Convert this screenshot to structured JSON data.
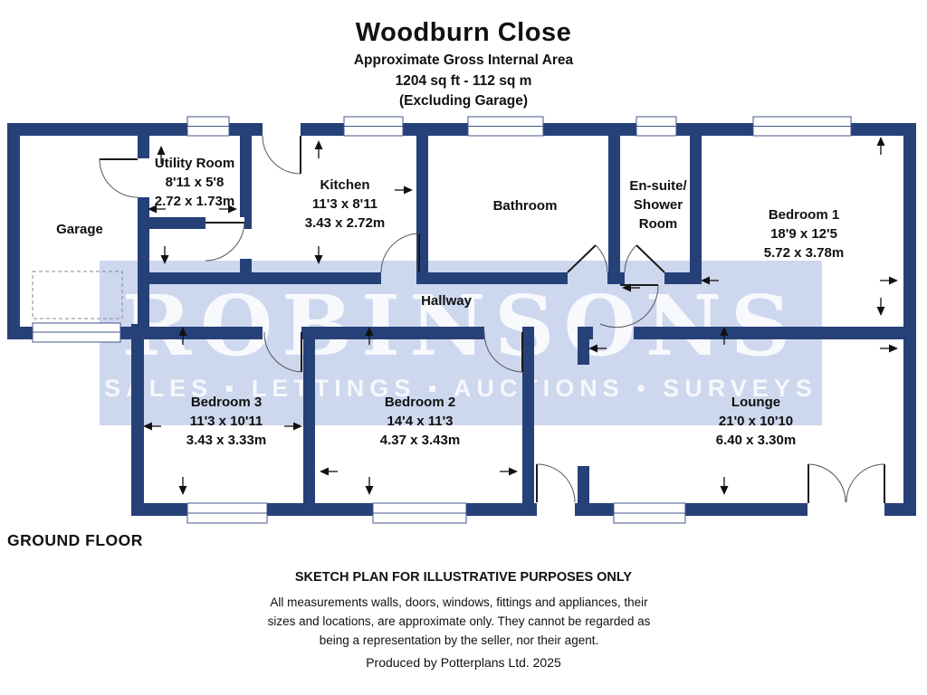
{
  "header": {
    "title": "Woodburn Close",
    "subtitle": "Approximate Gross Internal Area",
    "area": "1204 sq ft - 112 sq m",
    "note": "(Excluding Garage)"
  },
  "rooms": {
    "garage": {
      "name": "Garage"
    },
    "utility": {
      "name": "Utility Room",
      "dims_ft": "8'11 x 5'8",
      "dims_m": "2.72 x 1.73m"
    },
    "kitchen": {
      "name": "Kitchen",
      "dims_ft": "11'3 x 8'11",
      "dims_m": "3.43 x 2.72m"
    },
    "bathroom": {
      "name": "Bathroom"
    },
    "ensuite": {
      "name": "En-suite/ Shower Room"
    },
    "bedroom1": {
      "name": "Bedroom 1",
      "dims_ft": "18'9 x 12'5",
      "dims_m": "5.72 x 3.78m"
    },
    "hallway": {
      "name": "Hallway"
    },
    "bedroom3": {
      "name": "Bedroom 3",
      "dims_ft": "11'3 x 10'11",
      "dims_m": "3.43 x 3.33m"
    },
    "bedroom2": {
      "name": "Bedroom 2",
      "dims_ft": "14'4 x 11'3",
      "dims_m": "4.37 x 3.43m"
    },
    "lounge": {
      "name": "Lounge",
      "dims_ft": "21'0 x 10'10",
      "dims_m": "6.40 x 3.30m"
    }
  },
  "floor_label": "GROUND FLOOR",
  "watermark": {
    "line1": "ROBINSONS",
    "line2": "SALES ▪ LETTINGS ▪ AUCTIONS • SURVEYS"
  },
  "footer": {
    "sketch": "SKETCH PLAN FOR ILLUSTRATIVE PURPOSES ONLY",
    "disclaimer": "All measurements walls, doors, windows, fittings and appliances, their sizes and locations, are approximate only. They cannot be regarded as being a representation by the seller, nor their agent.",
    "produced": "Produced by Potterplans Ltd. 2025"
  },
  "colors": {
    "wall": "#264078",
    "watermark_band": "#cdd7ee",
    "window_outline": "#44568e"
  }
}
